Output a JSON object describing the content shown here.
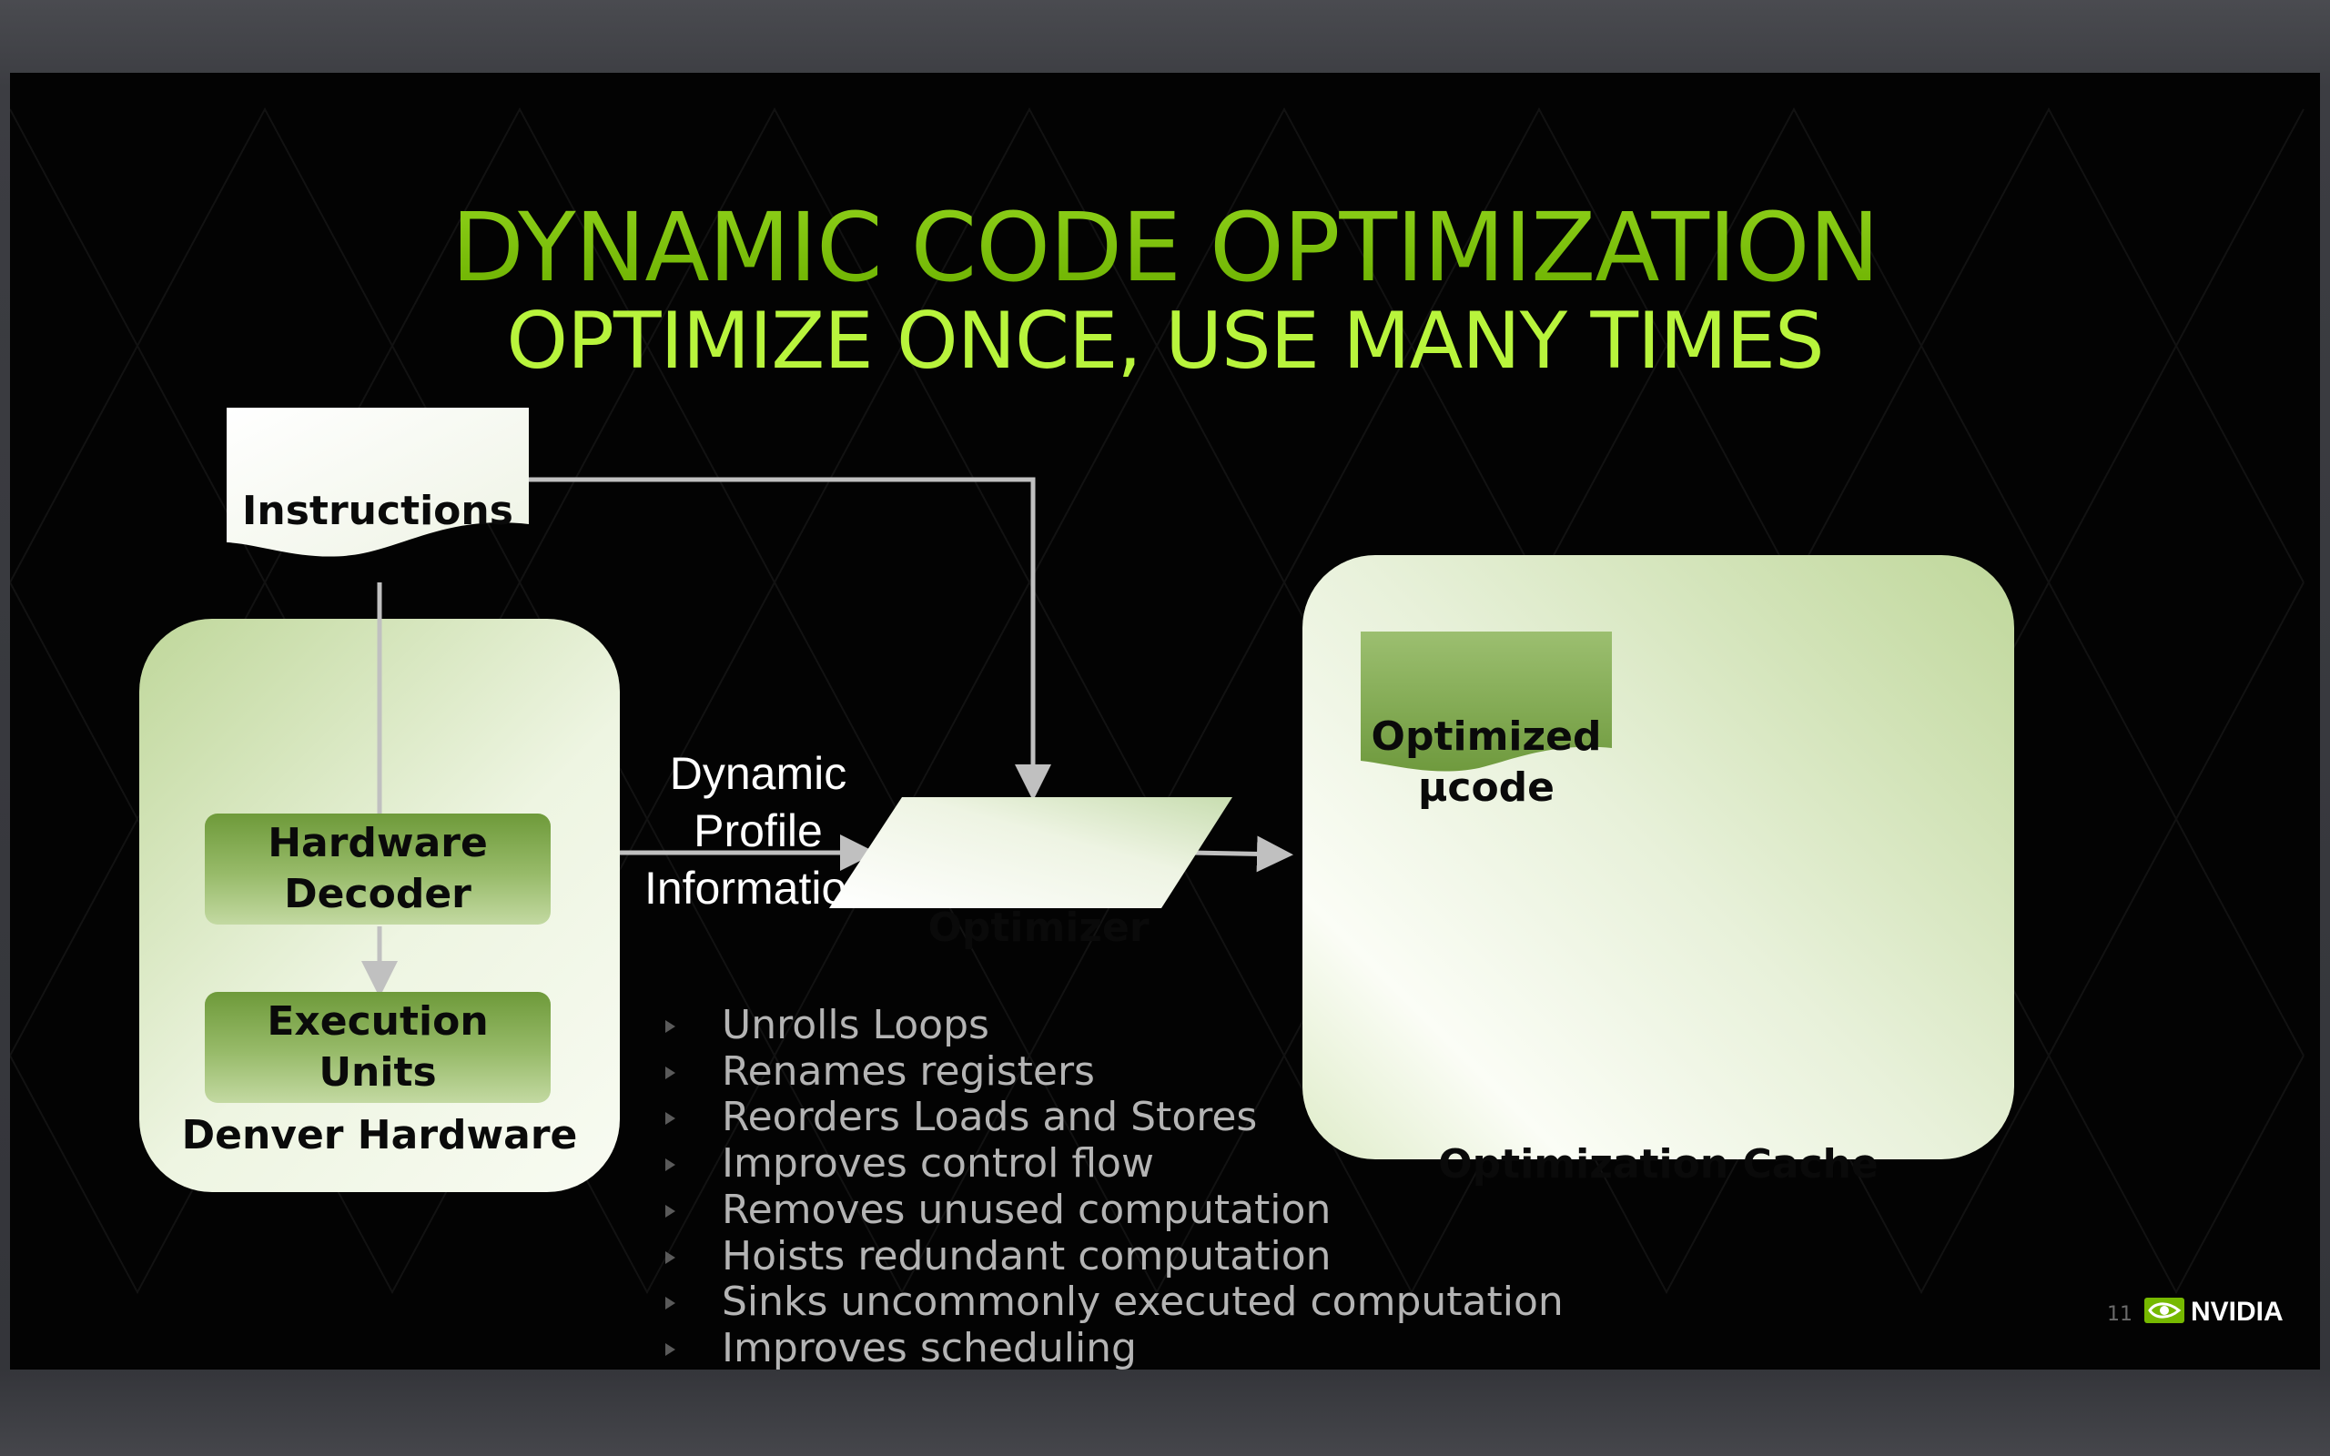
{
  "slide": {
    "title": "DYNAMIC CODE OPTIMIZATION",
    "subtitle": "OPTIMIZE ONCE, USE MANY TIMES",
    "page_number": "11",
    "brand": "NVIDIA",
    "colors": {
      "title": "#76b900",
      "subtitle": "#b8f43c",
      "background": "#030303",
      "box_light": "#eef5e2",
      "box_green": "#98bb6a",
      "arrow": "#c0c0c0",
      "bullet_text": "#b4b4b4"
    }
  },
  "diagram": {
    "instructions": "Instructions",
    "hardware_decoder": "Hardware\nDecoder",
    "execution_units": "Execution\nUnits",
    "denver_hardware": "Denver Hardware",
    "dynamic_profile": "Dynamic\nProfile\nInformation",
    "optimizer": "Optimizer",
    "optimized_ucode": "Optimized\nµcode",
    "optimization_cache": "Optimization Cache"
  },
  "optimizations": [
    "Unrolls Loops",
    "Renames registers",
    "Reorders Loads and Stores",
    "Improves control flow",
    "Removes unused computation",
    "Hoists redundant computation",
    "Sinks uncommonly executed computation",
    "Improves scheduling"
  ],
  "icons": {
    "bullet": "triangle-bullet-icon",
    "logo": "nvidia-eye-logo-icon"
  }
}
